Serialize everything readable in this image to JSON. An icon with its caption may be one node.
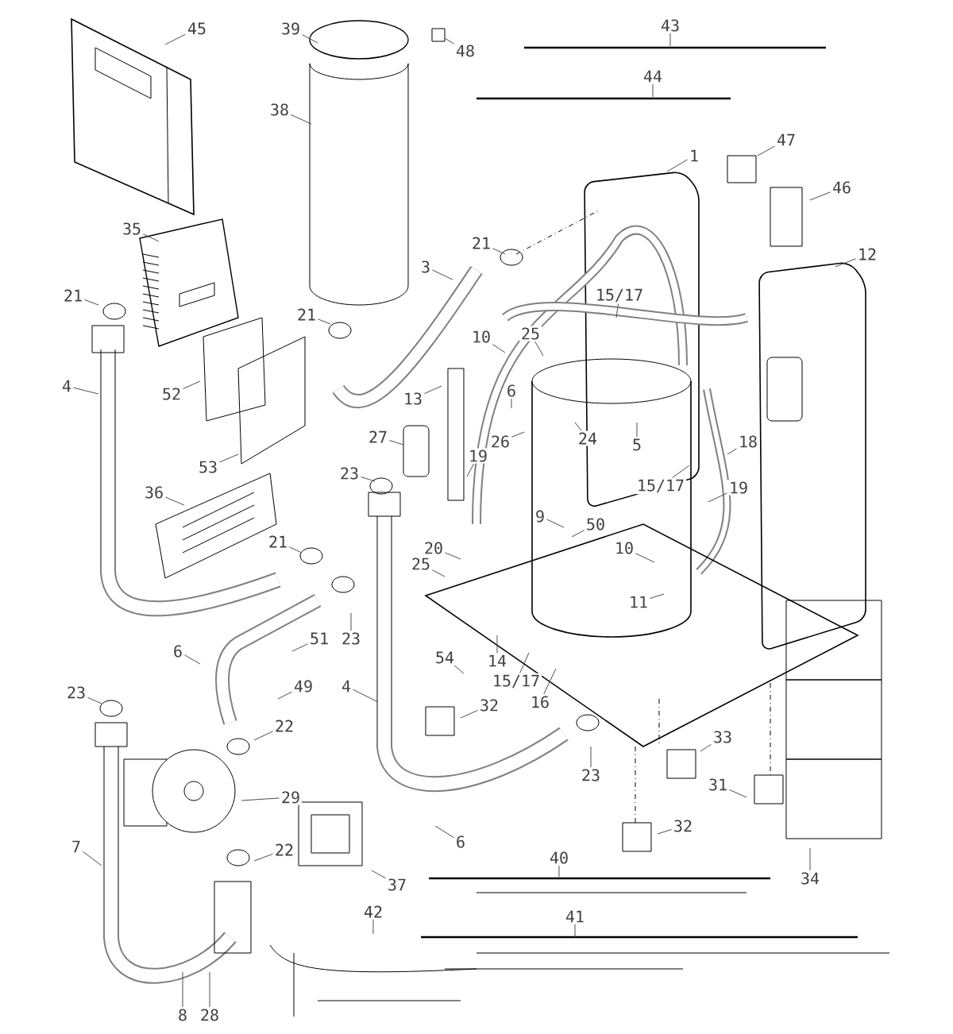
{
  "diagram": {
    "nodes": [
      {
        "text": [
          "45"
        ]
      },
      {
        "text": [
          "39"
        ]
      },
      {
        "text": [
          "48"
        ]
      },
      {
        "text": [
          "43"
        ]
      },
      {
        "text": [
          "44"
        ]
      },
      {
        "text": [
          "38"
        ]
      },
      {
        "text": [
          "1"
        ]
      },
      {
        "text": [
          "47"
        ]
      },
      {
        "text": [
          "46"
        ]
      },
      {
        "text": [
          "35"
        ]
      },
      {
        "text": [
          "21"
        ]
      },
      {
        "text": [
          "12"
        ]
      },
      {
        "text": [
          "21"
        ]
      },
      {
        "text": [
          "3"
        ]
      },
      {
        "text": [
          "21"
        ]
      },
      {
        "text": [
          "15/17"
        ]
      },
      {
        "text": [
          "10"
        ]
      },
      {
        "text": [
          "25"
        ]
      },
      {
        "text": [
          "6"
        ]
      },
      {
        "text": [
          "13"
        ]
      },
      {
        "text": [
          "4"
        ]
      },
      {
        "text": [
          "52"
        ]
      },
      {
        "text": [
          "24"
        ]
      },
      {
        "text": [
          "26"
        ]
      },
      {
        "text": [
          "5"
        ]
      },
      {
        "text": [
          "18"
        ]
      },
      {
        "text": [
          "27"
        ]
      },
      {
        "text": [
          "19"
        ]
      },
      {
        "text": [
          "15/17"
        ]
      },
      {
        "text": [
          "19"
        ]
      },
      {
        "text": [
          "53"
        ]
      },
      {
        "text": [
          "23"
        ]
      },
      {
        "text": [
          "36"
        ]
      },
      {
        "text": [
          "9"
        ]
      },
      {
        "text": [
          "50"
        ]
      },
      {
        "text": [
          "20"
        ]
      },
      {
        "text": [
          "25"
        ]
      },
      {
        "text": [
          "10"
        ]
      },
      {
        "text": [
          "21"
        ]
      },
      {
        "text": [
          "11"
        ]
      },
      {
        "text": [
          "23"
        ]
      },
      {
        "text": [
          "51"
        ]
      },
      {
        "text": [
          "6"
        ]
      },
      {
        "text": [
          "49"
        ]
      },
      {
        "text": [
          "4"
        ]
      },
      {
        "text": [
          "22"
        ]
      },
      {
        "text": [
          "32"
        ]
      },
      {
        "text": [
          "54"
        ]
      },
      {
        "text": [
          "14"
        ]
      },
      {
        "text": [
          "15/17"
        ]
      },
      {
        "text": [
          "16"
        ]
      },
      {
        "text": [
          "23"
        ]
      },
      {
        "text": [
          "33"
        ]
      },
      {
        "text": [
          "7"
        ]
      },
      {
        "text": [
          "29"
        ]
      },
      {
        "text": [
          "31"
        ]
      },
      {
        "text": [
          "6"
        ]
      },
      {
        "text": [
          "22"
        ]
      },
      {
        "text": [
          "32"
        ]
      },
      {
        "text": [
          "37"
        ]
      },
      {
        "text": [
          "34"
        ]
      },
      {
        "text": [
          "40"
        ]
      },
      {
        "text": [
          "42"
        ]
      },
      {
        "text": [
          "41"
        ]
      },
      {
        "text": [
          "8"
        ]
      },
      {
        "text": [
          "28"
        ]
      },
      {
        "text": [
          "23"
        ]
      }
    ],
    "edges": [
      {
        "from": 0,
        "to": null,
        "arrow": "none"
      },
      {
        "from": 1,
        "to": null,
        "arrow": "none"
      },
      {
        "from": 2,
        "to": null,
        "arrow": "none"
      },
      {
        "from": 3,
        "to": null,
        "arrow": "none"
      },
      {
        "from": 4,
        "to": null,
        "arrow": "none"
      },
      {
        "from": 5,
        "to": null,
        "arrow": "none"
      },
      {
        "from": 6,
        "to": null,
        "arrow": "none"
      },
      {
        "from": 7,
        "to": null,
        "arrow": "none"
      },
      {
        "from": 8,
        "to": null,
        "arrow": "none"
      },
      {
        "from": 9,
        "to": null,
        "arrow": "none"
      },
      {
        "from": 10,
        "to": null,
        "arrow": "none"
      },
      {
        "from": 11,
        "to": null,
        "arrow": "none"
      },
      {
        "from": 12,
        "to": null,
        "arrow": "none"
      },
      {
        "from": 13,
        "to": null,
        "arrow": "none"
      },
      {
        "from": 14,
        "to": null,
        "arrow": "none"
      },
      {
        "from": 15,
        "to": null,
        "arrow": "none"
      },
      {
        "from": 16,
        "to": null,
        "arrow": "none"
      },
      {
        "from": 17,
        "to": null,
        "arrow": "none"
      },
      {
        "from": 18,
        "to": null,
        "arrow": "none"
      },
      {
        "from": 19,
        "to": null,
        "arrow": "none"
      },
      {
        "from": 20,
        "to": null,
        "arrow": "none"
      },
      {
        "from": 21,
        "to": null,
        "arrow": "none"
      },
      {
        "from": 22,
        "to": null,
        "arrow": "none"
      },
      {
        "from": 23,
        "to": null,
        "arrow": "none"
      },
      {
        "from": 24,
        "to": null,
        "arrow": "none"
      },
      {
        "from": 25,
        "to": null,
        "arrow": "none"
      },
      {
        "from": 26,
        "to": null,
        "arrow": "none"
      },
      {
        "from": 27,
        "to": null,
        "arrow": "none"
      },
      {
        "from": 28,
        "to": null,
        "arrow": "none"
      },
      {
        "from": 29,
        "to": null,
        "arrow": "none"
      },
      {
        "from": 30,
        "to": null,
        "arrow": "none"
      },
      {
        "from": 31,
        "to": null,
        "arrow": "none"
      },
      {
        "from": 32,
        "to": null,
        "arrow": "none"
      },
      {
        "from": 33,
        "to": null,
        "arrow": "none"
      },
      {
        "from": 34,
        "to": null,
        "arrow": "none"
      },
      {
        "from": 35,
        "to": null,
        "arrow": "none"
      },
      {
        "from": 36,
        "to": null,
        "arrow": "none"
      },
      {
        "from": 37,
        "to": null,
        "arrow": "none"
      },
      {
        "from": 38,
        "to": null,
        "arrow": "none"
      },
      {
        "from": 39,
        "to": null,
        "arrow": "none"
      },
      {
        "from": 40,
        "to": null,
        "arrow": "none"
      },
      {
        "from": 41,
        "to": null,
        "arrow": "none"
      },
      {
        "from": 42,
        "to": null,
        "arrow": "none"
      },
      {
        "from": 43,
        "to": null,
        "arrow": "none"
      },
      {
        "from": 44,
        "to": null,
        "arrow": "none"
      },
      {
        "from": 45,
        "to": null,
        "arrow": "none"
      },
      {
        "from": 46,
        "to": null,
        "arrow": "none"
      },
      {
        "from": 47,
        "to": null,
        "arrow": "none"
      },
      {
        "from": 48,
        "to": null,
        "arrow": "none"
      },
      {
        "from": 49,
        "to": null,
        "arrow": "none"
      },
      {
        "from": 50,
        "to": null,
        "arrow": "none"
      },
      {
        "from": 51,
        "to": null,
        "arrow": "none"
      },
      {
        "from": 52,
        "to": null,
        "arrow": "none"
      },
      {
        "from": 53,
        "to": null,
        "arrow": "none"
      },
      {
        "from": 54,
        "to": null,
        "arrow": "none"
      },
      {
        "from": 55,
        "to": null,
        "arrow": "none"
      },
      {
        "from": 56,
        "to": null,
        "arrow": "none"
      },
      {
        "from": 57,
        "to": null,
        "arrow": "none"
      },
      {
        "from": 58,
        "to": null,
        "arrow": "none"
      },
      {
        "from": 59,
        "to": null,
        "arrow": "none"
      },
      {
        "from": 60,
        "to": null,
        "arrow": "none"
      },
      {
        "from": 61,
        "to": null,
        "arrow": "none"
      },
      {
        "from": 62,
        "to": null,
        "arrow": "none"
      },
      {
        "from": 63,
        "to": null,
        "arrow": "none"
      },
      {
        "from": 64,
        "to": null,
        "arrow": "none"
      },
      {
        "from": 65,
        "to": null,
        "arrow": "none"
      },
      {
        "from": 66,
        "to": null,
        "arrow": "none"
      }
    ]
  }
}
